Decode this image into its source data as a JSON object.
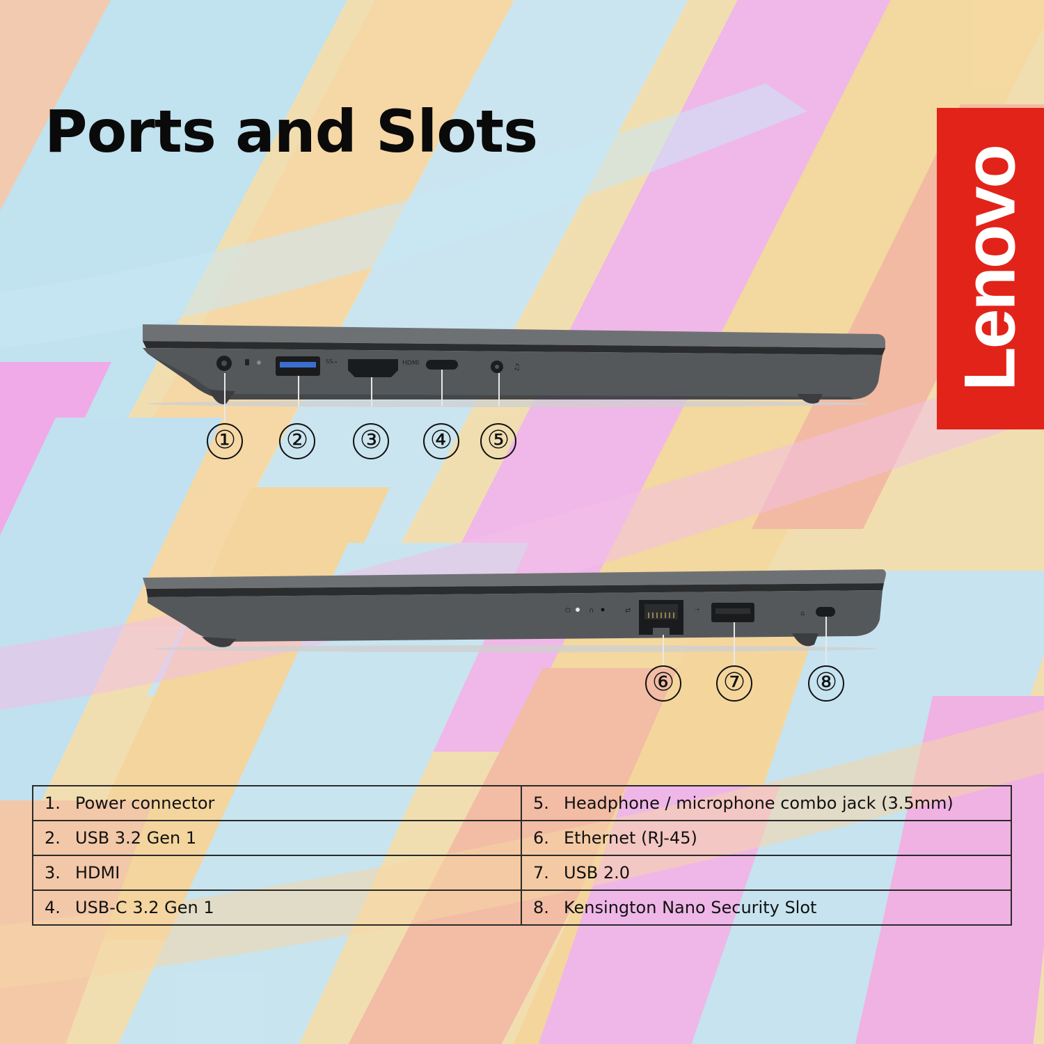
{
  "title": "Ports and Slots",
  "brand": {
    "name": "Lenovo",
    "color": "#e2231a"
  },
  "callouts_top": [
    "①",
    "②",
    "③",
    "④",
    "⑤"
  ],
  "callouts_bottom": [
    "⑥",
    "⑦",
    "⑧"
  ],
  "port_markings": {
    "hdmi": "HDMI"
  },
  "ports": [
    {
      "num": "1.",
      "label": "Power connector"
    },
    {
      "num": "2.",
      "label": "USB 3.2 Gen 1"
    },
    {
      "num": "3.",
      "label": "HDMI"
    },
    {
      "num": "4.",
      "label": "USB-C 3.2 Gen 1"
    },
    {
      "num": "5.",
      "label": "Headphone / microphone combo jack (3.5mm)"
    },
    {
      "num": "6.",
      "label": "Ethernet (RJ-45)"
    },
    {
      "num": "7.",
      "label": "USB 2.0"
    },
    {
      "num": "8.",
      "label": "Kensington Nano Security Slot"
    }
  ]
}
